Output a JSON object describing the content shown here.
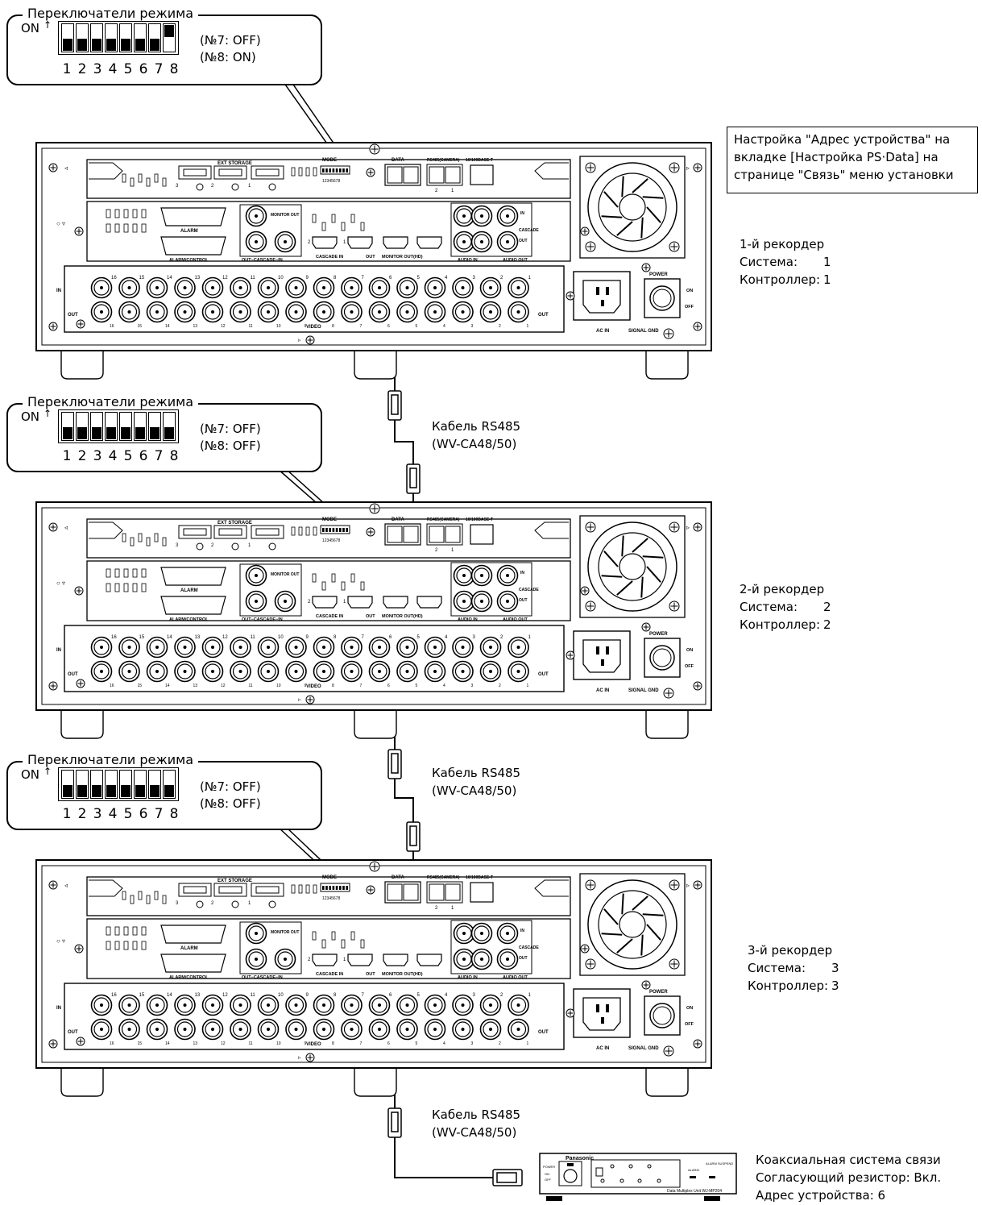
{
  "switch_callouts": [
    {
      "title": "Переключатели режима",
      "on_label": "ON",
      "numbers": [
        "1",
        "2",
        "3",
        "4",
        "5",
        "6",
        "7",
        "8"
      ],
      "states": [
        "off",
        "off",
        "off",
        "off",
        "off",
        "off",
        "off",
        "on"
      ],
      "notes": [
        "(№7: OFF)",
        "(№8: ON)"
      ]
    },
    {
      "title": "Переключатели режима",
      "on_label": "ON",
      "numbers": [
        "1",
        "2",
        "3",
        "4",
        "5",
        "6",
        "7",
        "8"
      ],
      "states": [
        "off",
        "off",
        "off",
        "off",
        "off",
        "off",
        "off",
        "off"
      ],
      "notes": [
        "(№7: OFF)",
        "(№8: OFF)"
      ]
    },
    {
      "title": "Переключатели режима",
      "on_label": "ON",
      "numbers": [
        "1",
        "2",
        "3",
        "4",
        "5",
        "6",
        "7",
        "8"
      ],
      "states": [
        "off",
        "off",
        "off",
        "off",
        "off",
        "off",
        "off",
        "off"
      ],
      "notes": [
        "(№7: OFF)",
        "(№8: OFF)"
      ]
    }
  ],
  "menu_setting_box": "Настройка \"Адрес устройства\" на вкладке [Настройка PS·Data] на странице \"Связь\" меню установки",
  "recorders": [
    {
      "name": "1-й рекордер",
      "system_label": "Система:",
      "system_value": "1",
      "controller_label": "Контроллер:",
      "controller_value": "1"
    },
    {
      "name": "2-й рекордер",
      "system_label": "Система:",
      "system_value": "2",
      "controller_label": "Контроллер:",
      "controller_value": "2"
    },
    {
      "name": "3-й рекордер",
      "system_label": "Система:",
      "system_value": "3",
      "controller_label": "Контроллер:",
      "controller_value": "3"
    }
  ],
  "cables": [
    {
      "line1": "Кабель RS485",
      "line2": "(WV-CA48/50)"
    },
    {
      "line1": "Кабель RS485",
      "line2": "(WV-CA48/50)"
    },
    {
      "line1": "Кабель RS485",
      "line2": "(WV-CA48/50)"
    }
  ],
  "panel_labels": {
    "ext_storage": "EXT STORAGE",
    "mode": "MODE",
    "mode_digits": "12345678",
    "data": "DATA",
    "rs485_camera": "RS485(CAMERA)",
    "base_t": "10/100BASE-T",
    "alarm": "ALARM",
    "alarm_control": "ALARM/CONTROL",
    "monitor_out": "MONITOR OUT",
    "out_cascade_in": "OUT−CASCADE−IN",
    "cascade_in": "CASCADE IN",
    "out": "OUT",
    "monitor_out_hd": "MONITOR OUT(HD)",
    "audio_in": "AUDIO IN",
    "audio_out": "AUDIO OUT",
    "in": "IN",
    "cascade": "CASCADE",
    "video": "VIDEO",
    "ac_in": "AC IN",
    "signal_gnd": "SIGNAL GND",
    "power": "POWER",
    "on": "ON",
    "off": "OFF",
    "video_numbers": [
      "16",
      "15",
      "14",
      "13",
      "12",
      "11",
      "10",
      "9",
      "8",
      "7",
      "6",
      "5",
      "4",
      "3",
      "2",
      "1"
    ]
  },
  "multiplex_unit": {
    "brand": "Panasonic",
    "model": "Data Multiplex Unit WJ-MP204",
    "power": "POWER",
    "on": "ON",
    "off": "OFF",
    "alarm": "ALARM",
    "alarm_suspend": "ALARM SUSPEND"
  },
  "multiplex_settings": [
    "Коаксиальная система связи",
    "Согласующий резистор: Вкл.",
    "Адрес устройства: 6"
  ]
}
